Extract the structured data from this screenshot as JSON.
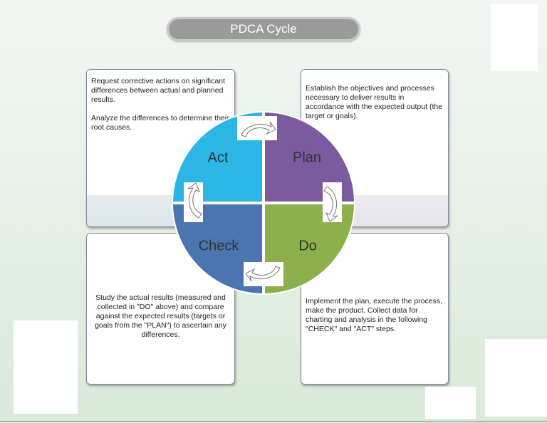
{
  "title": "PDCA Cycle",
  "quadrants": {
    "act": "Act",
    "plan": "Plan",
    "check": "Check",
    "do": "Do"
  },
  "cards": {
    "act": {
      "p1": "Request corrective actions on significant differences between actual and planned results.",
      "p2": "Analyze the differences to determine their root causes."
    },
    "plan": {
      "p1": "Establish the objectives  and processes necessary to deliver results in accordance with the expected output (the target or goals)."
    },
    "check": {
      "p1": "Study the actual results (measured and collected in \"DO\" above) and compare against the expected results (targets or goals from the \"PLAN\") to ascertain any differences."
    },
    "do": {
      "p1": "Implement the plan, execute the process, make the product. Collect data for charting and analysis in the following \"CHECK\" and \"ACT\" steps."
    }
  },
  "colors": {
    "act": "#2bb6e6",
    "plan": "#7b5aa0",
    "check": "#4a75b0",
    "do": "#8cb04c"
  }
}
